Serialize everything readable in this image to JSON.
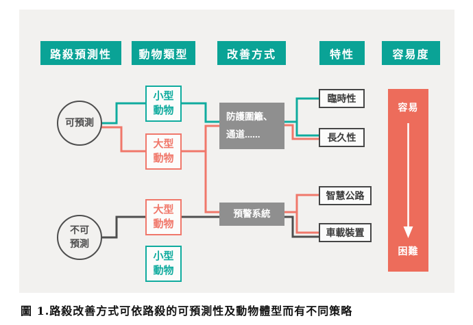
{
  "colors": {
    "teal_header": "#0aa396",
    "teal_line": "#0fab9e",
    "salmon_line": "#f0776a",
    "salmon_bar": "#ed6c5b",
    "gray_box": "#8f8f8f",
    "dark_line": "#4e4e4e",
    "canvas_bg": "#f2f1ef",
    "page_bg": "#ffffff"
  },
  "headers": [
    {
      "label": "路殺預測性"
    },
    {
      "label": "動物類型"
    },
    {
      "label": "改善方式"
    },
    {
      "label": "特性"
    },
    {
      "label": "容易度"
    }
  ],
  "nodes": {
    "predictable": "可預測",
    "unpredictable": "不可\n預測",
    "small_animal_top": "小型\n動物",
    "large_animal_top": "大型\n動物",
    "large_animal_bottom": "大型\n動物",
    "small_animal_bottom": "小型\n動物",
    "fence": "防護圍籬、\n通道......",
    "warning_system": "預警系統",
    "temporary": "臨時性",
    "permanent": "長久性",
    "smart_highway": "智慧公路",
    "onboard_device": "車載裝置"
  },
  "ease_scale": {
    "easy": "容易",
    "hard": "困難"
  },
  "caption": "圖 1.路殺改善方式可依路殺的可預測性及動物體型而有不同策略"
}
